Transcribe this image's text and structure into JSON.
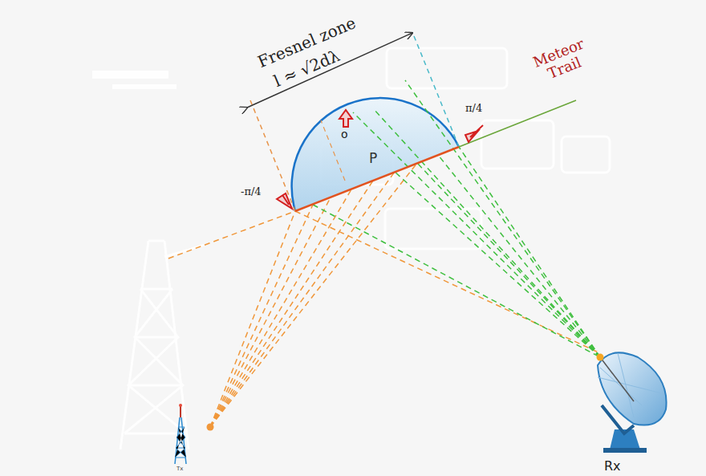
{
  "diagram": {
    "labels": [
      "Fresnel zone",
      "l ≈ √2dλ",
      "o",
      "P",
      "π/4",
      "-π/4",
      "Meteor Trail",
      "Rx",
      "Tx"
    ]
  }
}
